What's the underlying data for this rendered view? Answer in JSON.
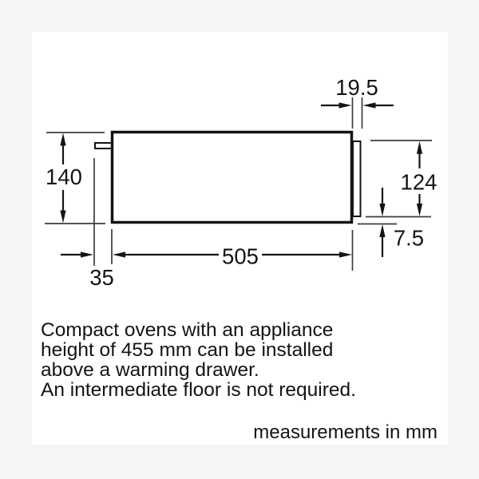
{
  "image": {
    "background_color": "#f5f5f6",
    "canvas_color": "#ffffff",
    "line_color": "#141414"
  },
  "diagram": {
    "dimensions": {
      "front_panel_depth": "19.5",
      "total_height": "140",
      "front_panel_height": "124",
      "front_panel_bottom_offset": "7.5",
      "body_depth": "505",
      "rear_offset": "35"
    }
  },
  "note": {
    "lines": [
      "Compact ovens with an appliance",
      "height of 455 mm can be installed",
      "above a warming drawer.",
      "An intermediate floor is not required."
    ]
  },
  "footer": {
    "units_label": "measurements in mm"
  }
}
